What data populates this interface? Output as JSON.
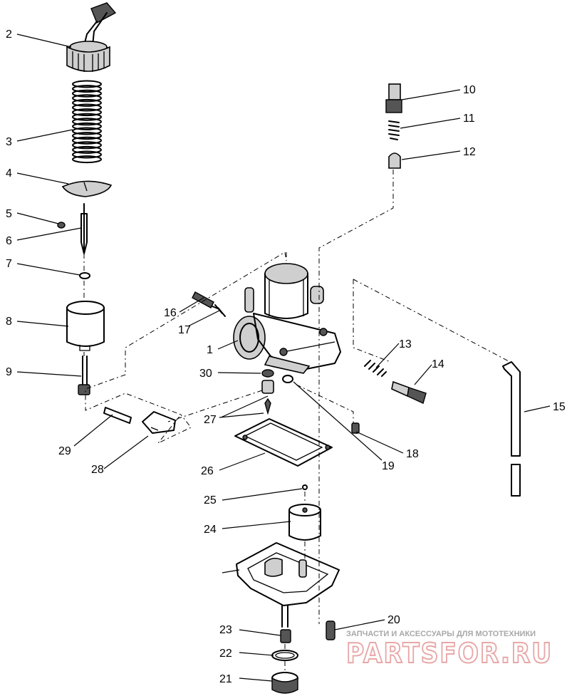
{
  "callouts": [
    "1",
    "2",
    "3",
    "4",
    "5",
    "6",
    "7",
    "8",
    "9",
    "10",
    "11",
    "12",
    "13",
    "14",
    "15",
    "16",
    "17",
    "18",
    "19",
    "20",
    "21",
    "22",
    "23",
    "24",
    "25",
    "26",
    "27",
    "28",
    "29",
    "30"
  ],
  "watermark": {
    "tagline": "ЗАПЧАСТИ И АКСЕССУАРЫ ДЛЯ МОТОТЕХНИКИ",
    "brand": "PARTSFOR.RU"
  }
}
